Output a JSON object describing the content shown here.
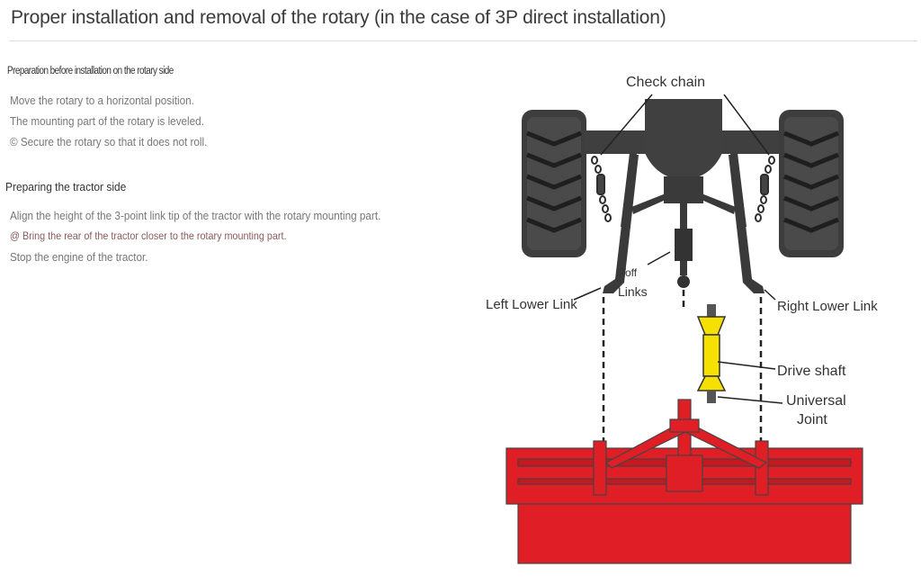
{
  "title": "Proper installation and removal of the rotary (in the case of 3P direct installation)",
  "rotary_side": {
    "heading": "Preparation before installation on the rotary side",
    "steps": [
      "Move the rotary to a horizontal position.",
      "The mounting part of the rotary is leveled.",
      "© Secure the rotary so that it does not roll."
    ]
  },
  "tractor_side": {
    "heading": "Preparing the tractor side",
    "steps": [
      "Align the height of the 3-point link tip of the tractor with the rotary mounting part.",
      "@ Bring the rear of the tractor closer to the rotary mounting part.",
      "Stop the engine of the tractor."
    ]
  },
  "diagram_labels": {
    "check_chain": "Check chain",
    "top_link_line1": "Toff",
    "top_link_line2": "Links",
    "left_lower_link": "Left Lower Link",
    "right_lower_link": "Right Lower Link",
    "drive_shaft": "Drive shaft",
    "universal_joint_line1": "Universal",
    "universal_joint_line2": "Joint"
  },
  "colors": {
    "rotary_red": "#e01e26",
    "shaft_yellow": "#f6e000",
    "tractor_dark": "#404040"
  }
}
